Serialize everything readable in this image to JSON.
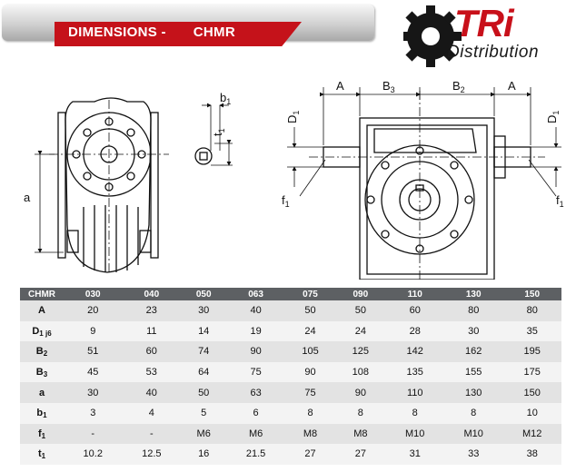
{
  "header": {
    "title_left": "DIMENSIONS -",
    "title_right": "CHMR"
  },
  "logo": {
    "brand": "TRi",
    "subtitle": "Distribution"
  },
  "drawing_labels": {
    "A": "A",
    "B3": "B",
    "B3_sub": "3",
    "B2": "B",
    "B2_sub": "2",
    "D1": "D",
    "D1_sub": "1",
    "f1": "f",
    "f1_sub": "1",
    "b1": "b",
    "b1_sub": "1",
    "t1": "t",
    "t1_sub": "1",
    "a": "a"
  },
  "table": {
    "header_label": "CHMR",
    "sizes": [
      "030",
      "040",
      "050",
      "063",
      "075",
      "090",
      "110",
      "130",
      "150"
    ],
    "rows": [
      {
        "main": "A",
        "sub": "",
        "values": [
          "20",
          "23",
          "30",
          "40",
          "50",
          "50",
          "60",
          "80",
          "80"
        ]
      },
      {
        "main": "D",
        "sub": "1 j6",
        "values": [
          "9",
          "11",
          "14",
          "19",
          "24",
          "24",
          "28",
          "30",
          "35"
        ]
      },
      {
        "main": "B",
        "sub": "2",
        "values": [
          "51",
          "60",
          "74",
          "90",
          "105",
          "125",
          "142",
          "162",
          "195"
        ]
      },
      {
        "main": "B",
        "sub": "3",
        "values": [
          "45",
          "53",
          "64",
          "75",
          "90",
          "108",
          "135",
          "155",
          "175"
        ]
      },
      {
        "main": "a",
        "sub": "",
        "values": [
          "30",
          "40",
          "50",
          "63",
          "75",
          "90",
          "110",
          "130",
          "150"
        ]
      },
      {
        "main": "b",
        "sub": "1",
        "values": [
          "3",
          "4",
          "5",
          "6",
          "8",
          "8",
          "8",
          "8",
          "10"
        ]
      },
      {
        "main": "f",
        "sub": "1",
        "values": [
          "-",
          "-",
          "M6",
          "M6",
          "M8",
          "M8",
          "M10",
          "M10",
          "M12"
        ]
      },
      {
        "main": "t",
        "sub": "1",
        "values": [
          "10.2",
          "12.5",
          "16",
          "21.5",
          "27",
          "27",
          "31",
          "33",
          "38"
        ]
      }
    ]
  }
}
